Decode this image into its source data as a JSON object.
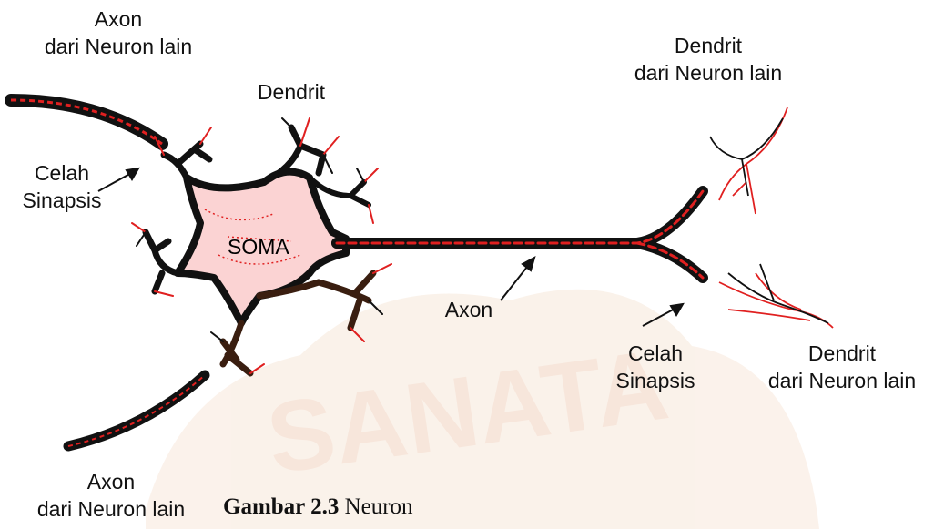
{
  "labels": {
    "axon_top_left": [
      "Axon",
      "dari Neuron lain"
    ],
    "dendrit_top": "Dendrit",
    "celah_left": [
      "Celah",
      "Sinapsis"
    ],
    "soma": "SOMA",
    "dendrit_top_right": [
      "Dendrit",
      "dari Neuron lain"
    ],
    "axon_middle": "Axon",
    "celah_right": [
      "Celah",
      "Sinapsis"
    ],
    "dendrit_bottom_right": [
      "Dendrit",
      "dari Neuron lain"
    ],
    "axon_bottom_left": [
      "Axon",
      "dari Neuron lain"
    ]
  },
  "caption": {
    "number": "Gambar 2.3",
    "title": "Neuron"
  },
  "watermark": {
    "text": "SANATA",
    "color": "#f2d9c4"
  },
  "colors": {
    "membrane": "#111111",
    "cytoplasm": "#e02020",
    "branch_dark": "#3a1e10"
  }
}
